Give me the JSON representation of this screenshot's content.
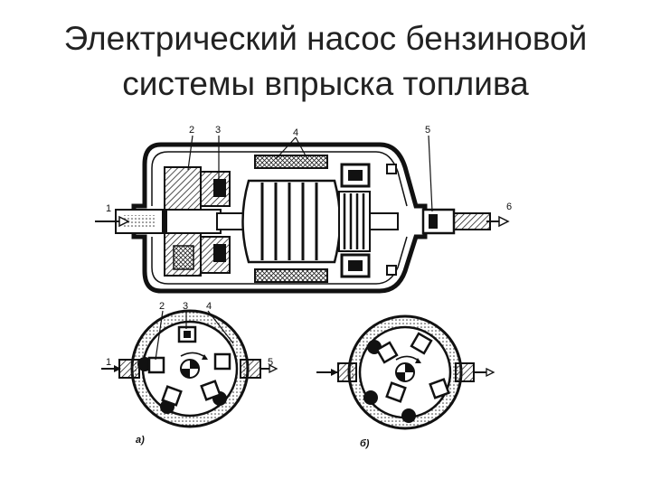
{
  "title": {
    "line1": "Электрический насос бензиновой",
    "line2": "системы впрыска топлива"
  },
  "pump_labels": [
    "1",
    "2",
    "3",
    "4",
    "5",
    "6"
  ],
  "section_a": {
    "labels": [
      "1",
      "2",
      "3",
      "4",
      "5"
    ],
    "caption": "а)"
  },
  "section_b": {
    "caption": "б)"
  }
}
